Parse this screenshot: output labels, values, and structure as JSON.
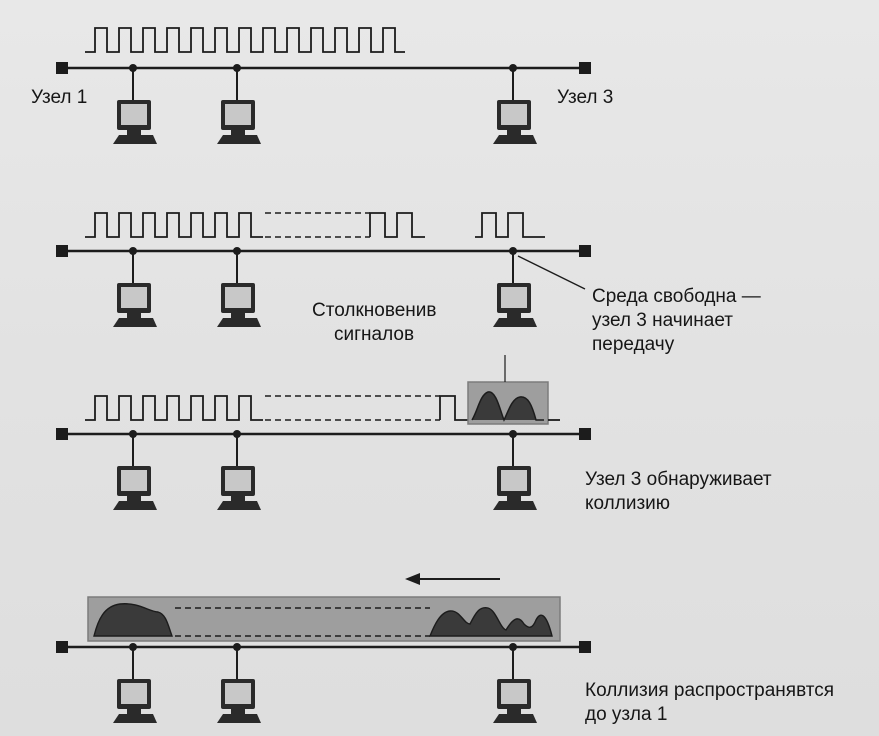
{
  "labels": {
    "node1": "Узел 1",
    "node3": "Узел 3",
    "collision_title": [
      "Столкновенив",
      "сигналов"
    ],
    "medium_free": [
      "Среда свободна —",
      "узел 3 начинает",
      "передачу"
    ],
    "node3_detects": [
      "Узел 3 обнаруживает",
      "коллизию"
    ],
    "collision_spreads": [
      "Коллизия распространявтся",
      "до узла 1"
    ]
  },
  "icons": {
    "computer": "computer-icon",
    "bus_terminator": "bus-terminator-icon",
    "direction_arrow": "arrow-left-icon"
  },
  "colors": {
    "line": "#1c1c1c",
    "text": "#161616",
    "collision_box": "#9e9e9e",
    "collision_border": "#7c7c7c",
    "monitor": "#2a2a2a",
    "screen": "#c8c8c8"
  }
}
